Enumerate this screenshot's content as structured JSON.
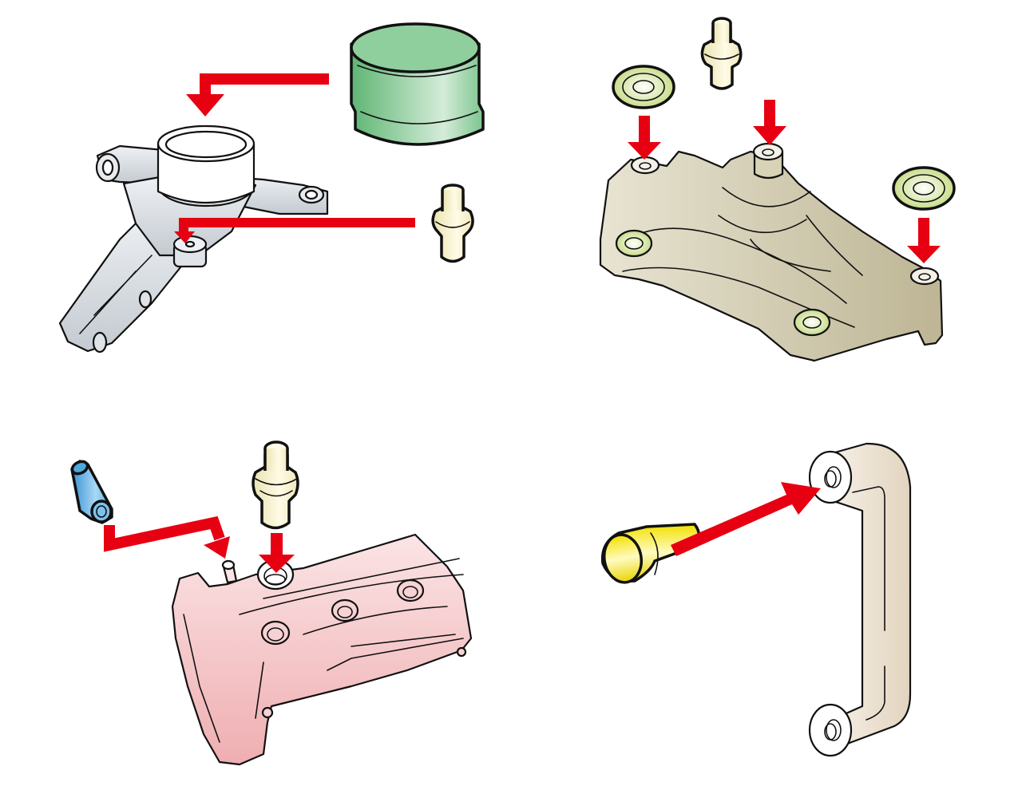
{
  "figure": {
    "type": "parts-assembly-illustration",
    "panels": [
      {
        "id": "top-left",
        "base_part": "steering-knuckle",
        "inserted_parts": [
          "cylindrical-bushing",
          "stepped-stud"
        ],
        "arrows": 2
      },
      {
        "id": "top-right",
        "base_part": "mounting-bracket",
        "inserted_parts": [
          "washer",
          "stepped-stud",
          "washer"
        ],
        "arrows": 3
      },
      {
        "id": "bottom-left",
        "base_part": "valve-cover",
        "inserted_parts": [
          "hose-fitting",
          "stepped-stud"
        ],
        "arrows": 2
      },
      {
        "id": "bottom-right",
        "base_part": "link-arm",
        "inserted_parts": [
          "tapered-plug"
        ],
        "arrows": 1
      }
    ]
  },
  "colors": {
    "background": "#ffffff",
    "arrow": "#e60012",
    "outline": "#111111",
    "knuckle": "#d8dde2",
    "bushing_green": "#7cc48e",
    "stud_cream": "#f6f1c8",
    "bracket": "#cfc8a8",
    "washer": "#d9e8a8",
    "valve_cover": "#f4c2c4",
    "fitting_blue": "#4ea8e0",
    "link_arm": "#efe4d4",
    "plug_yellow": "#f2e62a"
  }
}
